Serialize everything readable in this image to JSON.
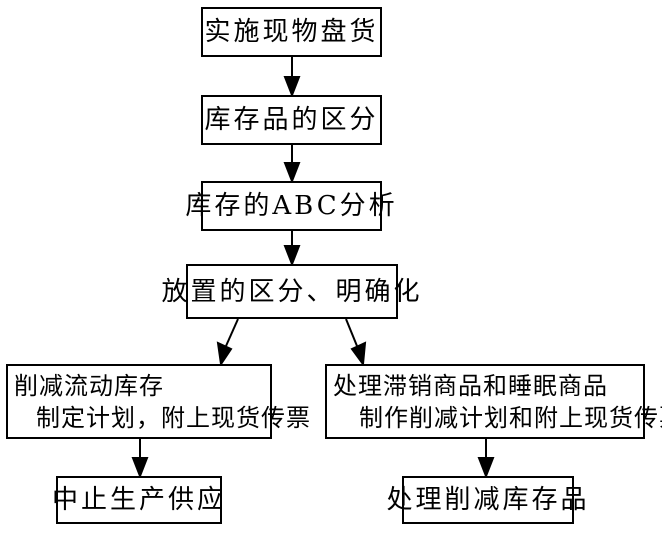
{
  "diagram": {
    "steps": {
      "step1": "实施现物盘货",
      "step2": "库存品的区分",
      "step3": "库存的ABC分析",
      "step4": "放置的区分、明确化"
    },
    "left_branch": {
      "line1": "削减流动库存",
      "line2": "制定计划，附上现货传票",
      "result": "中止生产供应"
    },
    "right_branch": {
      "line1": "处理滞销商品和睡眠商品",
      "line2": "制作削减计划和附上现货传票",
      "result": "处理削减库存品"
    }
  }
}
